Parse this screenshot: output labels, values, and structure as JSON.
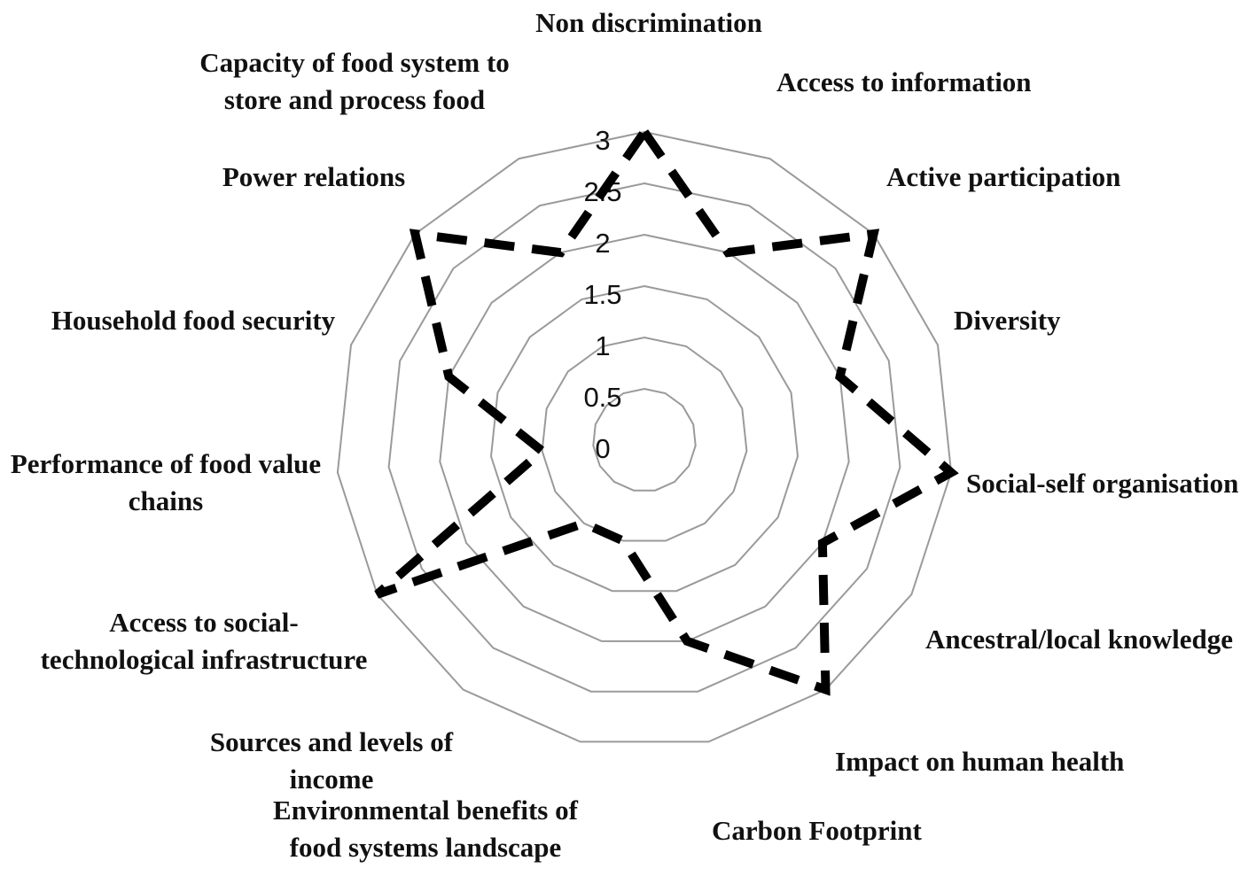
{
  "chart_data": {
    "type": "radar",
    "axes": [
      "Non discrimination",
      "Access to information",
      "Active participation",
      "Diversity",
      "Social-self organisation",
      "Ancestral/local knowledge",
      "Impact on human health",
      "Carbon Footprint",
      "Environmental benefits of food systems landscape",
      "Sources and levels of income",
      "Access to social-technological infrastructure",
      "Performance of food value chains",
      "Household food security",
      "Power relations",
      "Capacity of food system to store and process food"
    ],
    "axis_label_lines": [
      [
        "Non discrimination"
      ],
      [
        "Access to information"
      ],
      [
        "Active participation"
      ],
      [
        "Diversity"
      ],
      [
        "Social-self organisation"
      ],
      [
        "Ancestral/local knowledge"
      ],
      [
        "Impact on human health"
      ],
      [
        "Carbon Footprint"
      ],
      [
        "Environmental  benefits of",
        "food systems landscape"
      ],
      [
        "Sources and levels  of",
        "income"
      ],
      [
        "Access to social-",
        "technological infrastructure"
      ],
      [
        "Performance of food value",
        "chains"
      ],
      [
        "Household food security"
      ],
      [
        "Power relations"
      ],
      [
        "Capacity of food system to",
        "store and process food"
      ]
    ],
    "ticks": [
      "0",
      "0.5",
      "1",
      "1.5",
      "2",
      "2.5",
      "3"
    ],
    "range": [
      0,
      3
    ],
    "grid": true,
    "series": [
      {
        "values": [
          3,
          2,
          3,
          2,
          3,
          2,
          3,
          2,
          1,
          1,
          3,
          1,
          2,
          3,
          2
        ],
        "line_style": "dashed",
        "color": "#000000"
      }
    ]
  }
}
